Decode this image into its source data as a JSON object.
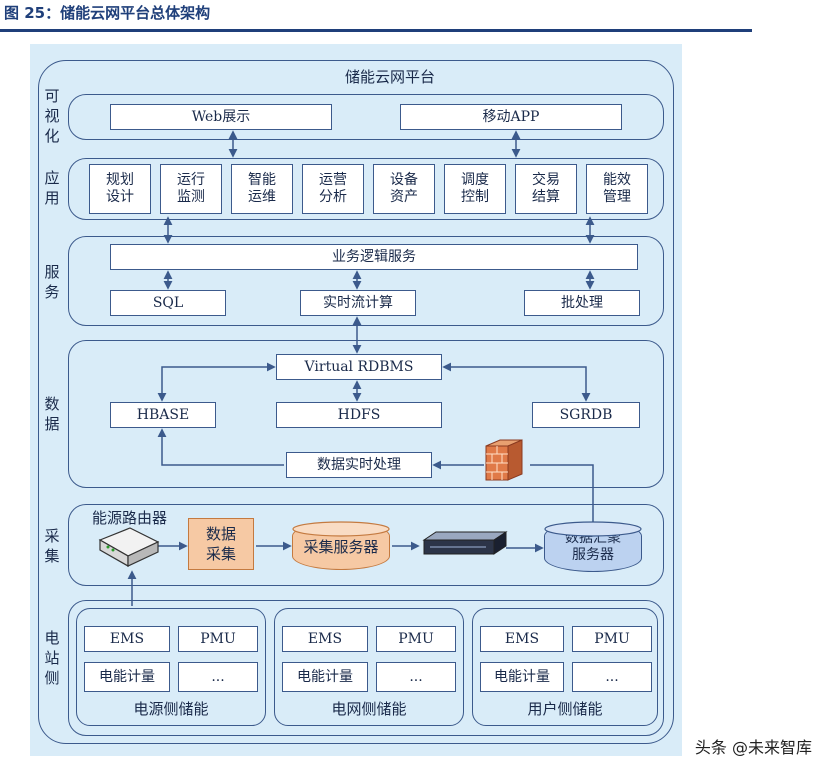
{
  "figure_title": "图 25：储能云网平台总体架构",
  "platform_title": "储能云网平台",
  "layers": {
    "visualization": {
      "label": "可视化",
      "boxes": [
        "Web展示",
        "移动APP"
      ]
    },
    "application": {
      "label": "应用",
      "boxes": [
        [
          "规划",
          "设计"
        ],
        [
          "运行",
          "监测"
        ],
        [
          "智能",
          "运维"
        ],
        [
          "运营",
          "分析"
        ],
        [
          "设备",
          "资产"
        ],
        [
          "调度",
          "控制"
        ],
        [
          "交易",
          "结算"
        ],
        [
          "能效",
          "管理"
        ]
      ]
    },
    "service": {
      "label": "服务",
      "top": "业务逻辑服务",
      "boxes": [
        "SQL",
        "实时流计算",
        "批处理"
      ]
    },
    "data": {
      "label": "数据",
      "top": "Virtual RDBMS",
      "boxes": [
        "HBASE",
        "HDFS",
        "SGRDB"
      ],
      "realtime": "数据实时处理"
    },
    "collection": {
      "label": "采集",
      "router": "能源路由器",
      "collect_box": [
        "数据",
        "采集"
      ],
      "collect_server": "采集服务器",
      "aggregate_server": [
        "数据汇聚",
        "服务器"
      ]
    },
    "station": {
      "label": "电站侧",
      "groups": [
        {
          "name": "电源侧储能",
          "cells": [
            "EMS",
            "PMU",
            "电能计量",
            "..."
          ]
        },
        {
          "name": "电网侧储能",
          "cells": [
            "EMS",
            "PMU",
            "电能计量",
            "..."
          ]
        },
        {
          "name": "用户侧储能",
          "cells": [
            "EMS",
            "PMU",
            "电能计量",
            "..."
          ]
        }
      ]
    }
  },
  "watermark": "头条 @未来智库",
  "colors": {
    "panel": "#d9ecf8",
    "line": "#3c5a8c",
    "title": "#1f3f7a",
    "orange": "#f6c9a4"
  }
}
